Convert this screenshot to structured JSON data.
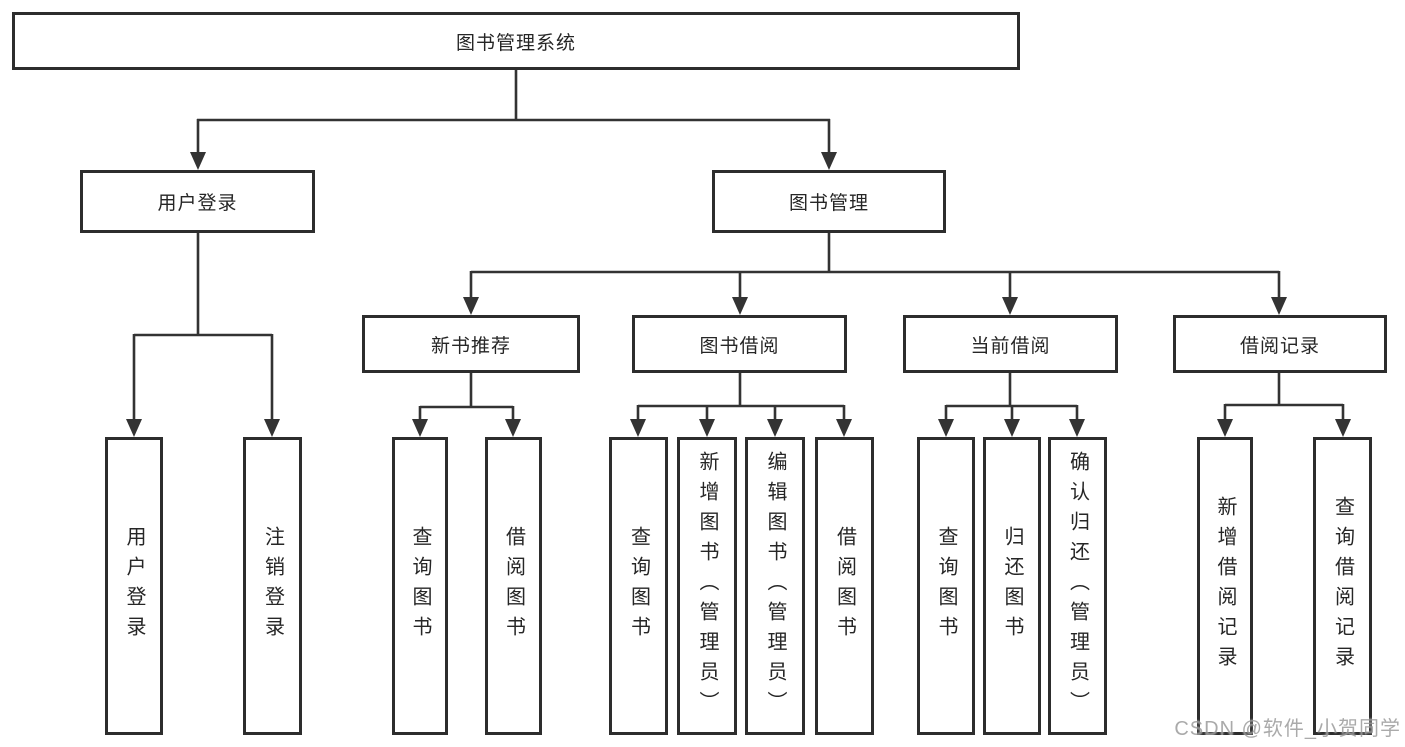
{
  "diagram": {
    "root": {
      "label": "图书管理系统"
    },
    "level2": [
      {
        "label": "用户登录"
      },
      {
        "label": "图书管理"
      }
    ],
    "level3": [
      {
        "label": "新书推荐"
      },
      {
        "label": "图书借阅"
      },
      {
        "label": "当前借阅"
      },
      {
        "label": "借阅记录"
      }
    ],
    "leaves": [
      {
        "label": "用户登录"
      },
      {
        "label": "注销登录"
      },
      {
        "label": "查询图书"
      },
      {
        "label": "借阅图书"
      },
      {
        "label": "查询图书"
      },
      {
        "label": "新增图书（管理员）"
      },
      {
        "label": "编辑图书（管理员）"
      },
      {
        "label": "借阅图书"
      },
      {
        "label": "查询图书"
      },
      {
        "label": "归还图书"
      },
      {
        "label": "确认归还（管理员）"
      },
      {
        "label": "新增借阅记录"
      },
      {
        "label": "查询借阅记录"
      }
    ]
  },
  "watermark": "CSDN @软件_小贺同学",
  "colors": {
    "line": "#333333",
    "box_border": "#2d2d2d",
    "box_bg": "#ffffff",
    "text": "#262626",
    "canvas_bg": "#ffffff",
    "watermark": "#9c9c9c"
  }
}
